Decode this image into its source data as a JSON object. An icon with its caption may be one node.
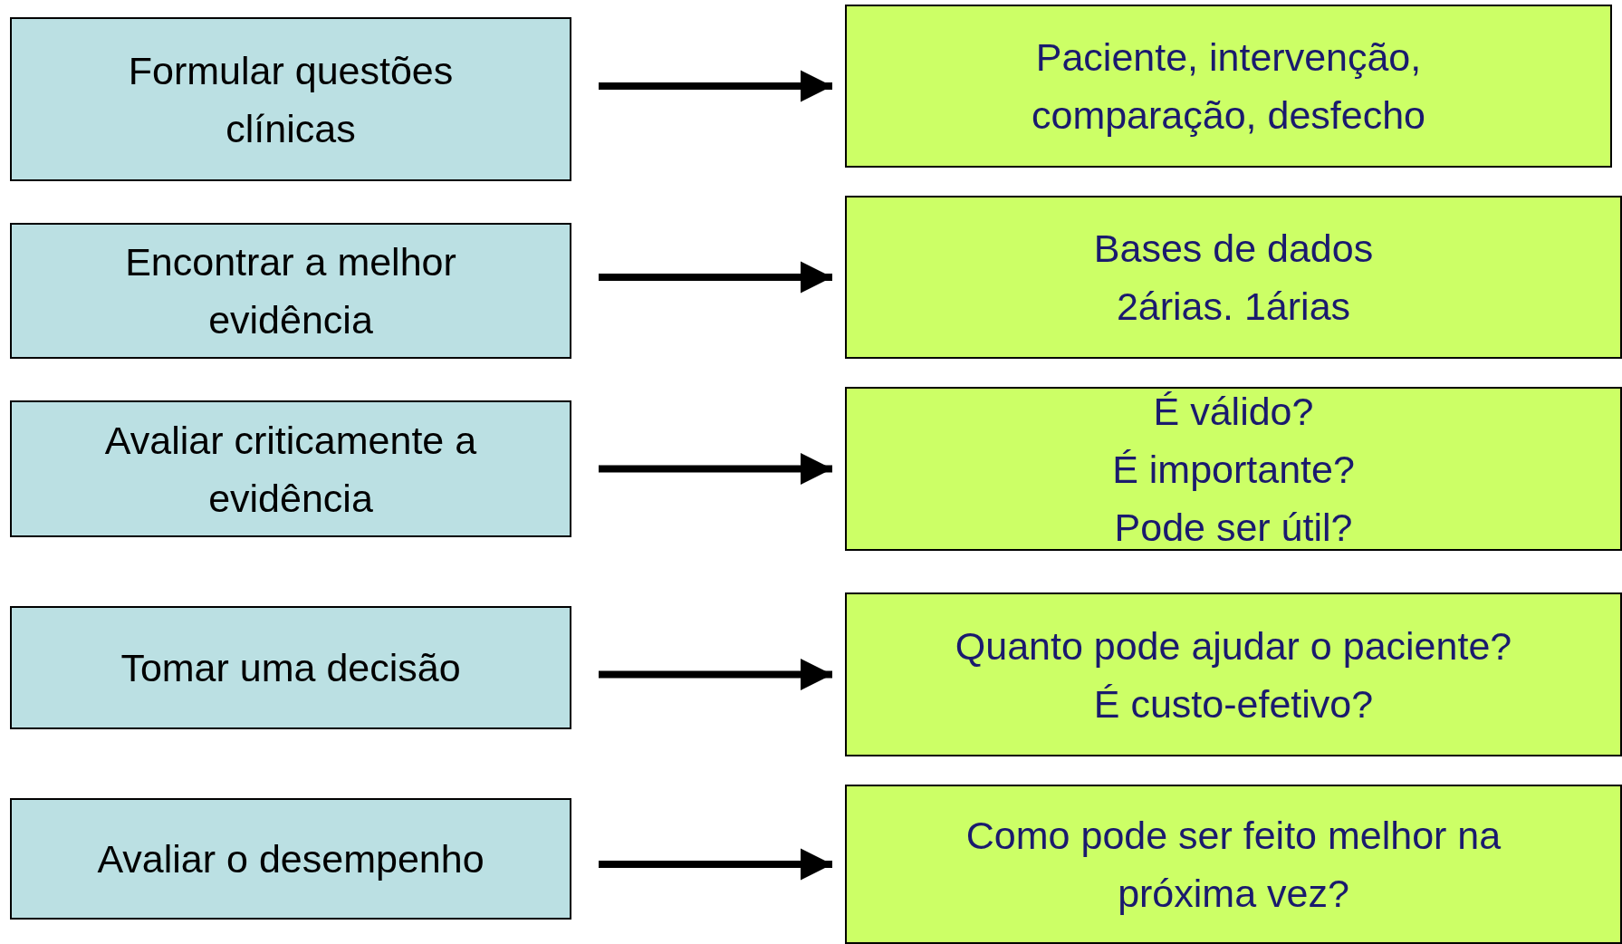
{
  "diagram": {
    "nodes": [
      {
        "text": [
          "Formular questões clínicas"
        ]
      },
      {
        "text": [
          "Encontrar a melhor evidência"
        ]
      },
      {
        "text": [
          "Avaliar criticamente a evidência"
        ]
      },
      {
        "text": [
          "Tomar uma decisão"
        ]
      },
      {
        "text": [
          "Avaliar o desempenho"
        ]
      },
      {
        "text": [
          "Paciente, intervenção, comparação, desfecho"
        ]
      },
      {
        "text": [
          "Bases de dados 2árias. 1árias"
        ]
      },
      {
        "text": [
          "É válido?",
          "É importante?",
          "Pode ser útil?"
        ]
      },
      {
        "text": [
          "Quanto pode ajudar o paciente?",
          "É custo-efetivo?"
        ]
      },
      {
        "text": [
          "Como pode ser feito melhor na próxima vez?"
        ]
      }
    ],
    "edges": [
      {
        "from": 0,
        "to": 5,
        "arrow": "to"
      },
      {
        "from": 1,
        "to": 6,
        "arrow": "to"
      },
      {
        "from": 2,
        "to": 7,
        "arrow": "to"
      },
      {
        "from": 3,
        "to": 8,
        "arrow": "to"
      },
      {
        "from": 4,
        "to": 9,
        "arrow": "to"
      }
    ]
  }
}
